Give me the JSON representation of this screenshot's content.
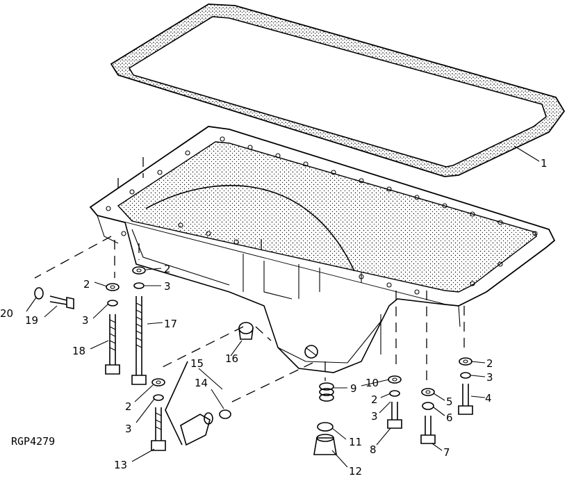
{
  "figure": {
    "reference_code": "RGP4279",
    "callouts": [
      {
        "id": "1",
        "label": "1"
      },
      {
        "id": "2a",
        "label": "2"
      },
      {
        "id": "2b",
        "label": "2"
      },
      {
        "id": "2c",
        "label": "2"
      },
      {
        "id": "2d",
        "label": "2"
      },
      {
        "id": "2e",
        "label": "2"
      },
      {
        "id": "3a",
        "label": "3"
      },
      {
        "id": "3b",
        "label": "3"
      },
      {
        "id": "3c",
        "label": "3"
      },
      {
        "id": "3d",
        "label": "3"
      },
      {
        "id": "3e",
        "label": "3"
      },
      {
        "id": "4",
        "label": "4"
      },
      {
        "id": "5",
        "label": "5"
      },
      {
        "id": "6",
        "label": "6"
      },
      {
        "id": "7",
        "label": "7"
      },
      {
        "id": "8",
        "label": "8"
      },
      {
        "id": "9",
        "label": "9"
      },
      {
        "id": "10",
        "label": "10"
      },
      {
        "id": "11",
        "label": "11"
      },
      {
        "id": "12",
        "label": "12"
      },
      {
        "id": "13",
        "label": "13"
      },
      {
        "id": "14",
        "label": "14"
      },
      {
        "id": "15",
        "label": "15"
      },
      {
        "id": "16",
        "label": "16"
      },
      {
        "id": "17",
        "label": "17"
      },
      {
        "id": "18",
        "label": "18"
      },
      {
        "id": "19",
        "label": "19"
      },
      {
        "id": "20",
        "label": "20"
      }
    ]
  }
}
